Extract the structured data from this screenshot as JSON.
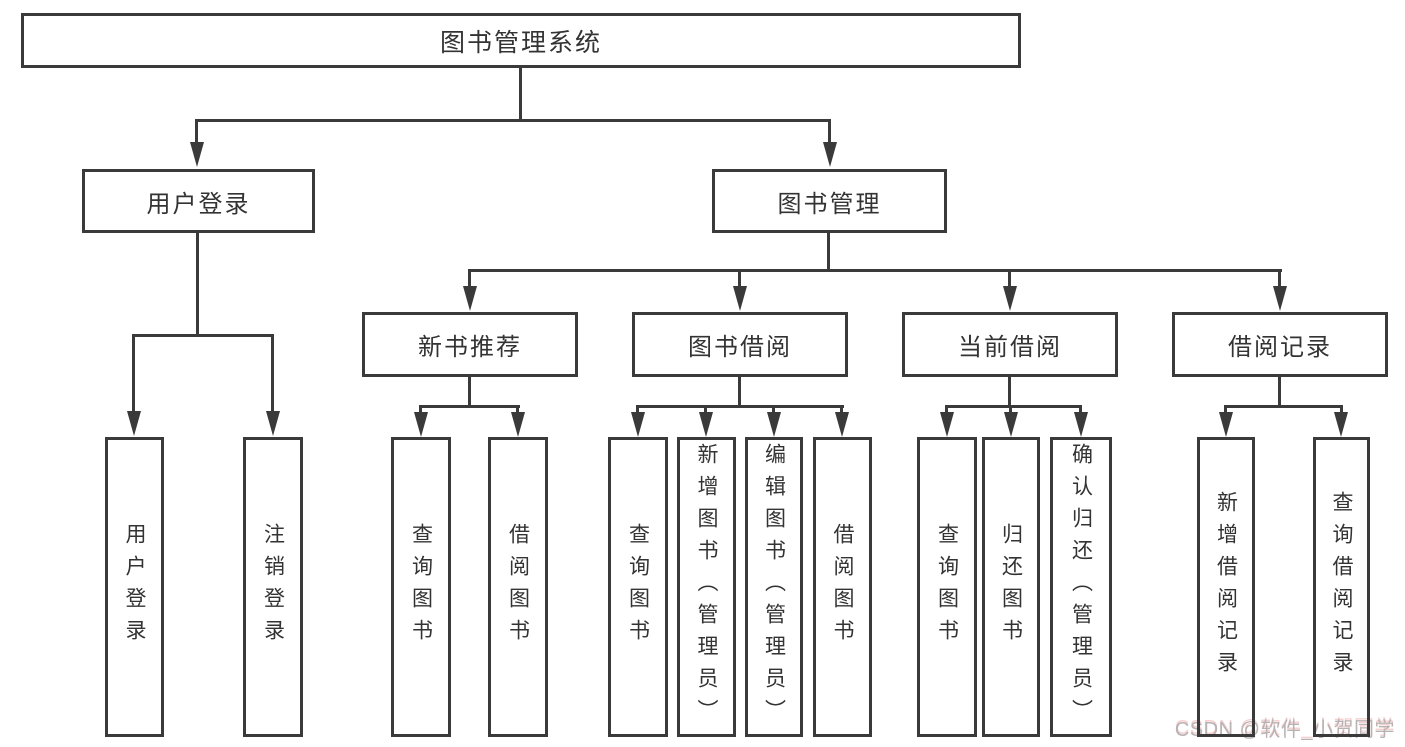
{
  "diagram_title": "图书管理系统",
  "nodes": {
    "root": {
      "label": "图书管理系统"
    },
    "user_login": {
      "label": "用户登录"
    },
    "book_management": {
      "label": "图书管理"
    },
    "new_book": {
      "label": "新书推荐"
    },
    "book_borrow": {
      "label": "图书借阅"
    },
    "current_borrow": {
      "label": "当前借阅"
    },
    "borrow_record": {
      "label": "借阅记录"
    },
    "leaf_user_login": {
      "label": "用户登录"
    },
    "leaf_logout": {
      "label": "注销登录"
    },
    "leaf_nb_query": {
      "label": "查询图书"
    },
    "leaf_nb_borrow": {
      "label": "借阅图书"
    },
    "leaf_bb_query": {
      "label": "查询图书"
    },
    "leaf_bb_add": {
      "label": "新增图书（管理员）"
    },
    "leaf_bb_edit": {
      "label": "编辑图书（管理员）"
    },
    "leaf_bb_borrow": {
      "label": "借阅图书"
    },
    "leaf_cb_query": {
      "label": "查询图书"
    },
    "leaf_cb_return": {
      "label": "归还图书"
    },
    "leaf_cb_confirm": {
      "label": "确认归还（管理员）"
    },
    "leaf_br_add": {
      "label": "新增借阅记录"
    },
    "leaf_br_query": {
      "label": "查询借阅记录"
    }
  },
  "edges": [
    [
      "root",
      "user_login"
    ],
    [
      "root",
      "book_management"
    ],
    [
      "user_login",
      "leaf_user_login"
    ],
    [
      "user_login",
      "leaf_logout"
    ],
    [
      "book_management",
      "new_book"
    ],
    [
      "book_management",
      "book_borrow"
    ],
    [
      "book_management",
      "current_borrow"
    ],
    [
      "book_management",
      "borrow_record"
    ],
    [
      "new_book",
      "leaf_nb_query"
    ],
    [
      "new_book",
      "leaf_nb_borrow"
    ],
    [
      "book_borrow",
      "leaf_bb_query"
    ],
    [
      "book_borrow",
      "leaf_bb_add"
    ],
    [
      "book_borrow",
      "leaf_bb_edit"
    ],
    [
      "book_borrow",
      "leaf_bb_borrow"
    ],
    [
      "current_borrow",
      "leaf_cb_query"
    ],
    [
      "current_borrow",
      "leaf_cb_return"
    ],
    [
      "current_borrow",
      "leaf_cb_confirm"
    ],
    [
      "borrow_record",
      "leaf_br_add"
    ],
    [
      "borrow_record",
      "leaf_br_query"
    ]
  ],
  "watermark": {
    "text": "CSDN @软件_小贺同学"
  },
  "colors": {
    "stroke": "#3a3a3a",
    "text": "#333333",
    "background": "#ffffff",
    "watermark": "#b8b2b2"
  }
}
